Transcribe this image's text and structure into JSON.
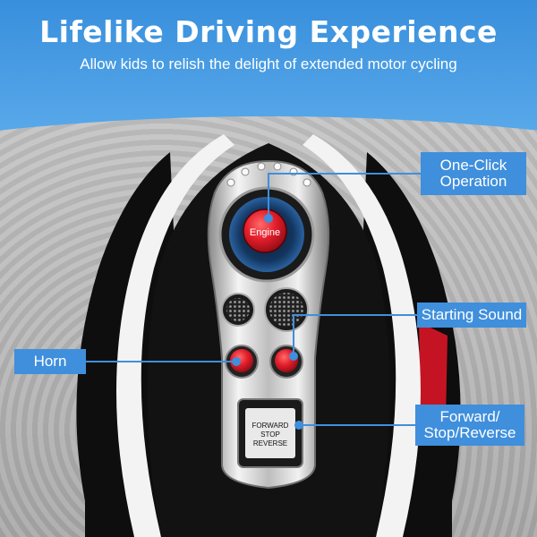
{
  "header": {
    "title": "Lifelike Driving Experience",
    "subtitle": "Allow kids to relish the delight of extended motor cycling"
  },
  "controls": {
    "engine_label": "Engine",
    "switch_lines": [
      "FORWARD",
      "STOP",
      "REVERSE"
    ]
  },
  "callouts": {
    "one_click_line1": "One-Click",
    "one_click_line2": "Operation",
    "starting_sound": "Starting Sound",
    "horn": "Horn",
    "forward_line1": "Forward/",
    "forward_line2": "Stop/Reverse"
  },
  "colors": {
    "accent_blue": "#3f8fdc",
    "button_red": "#e41e2b",
    "body_black": "#111111",
    "chrome": "#d9d9d9"
  }
}
